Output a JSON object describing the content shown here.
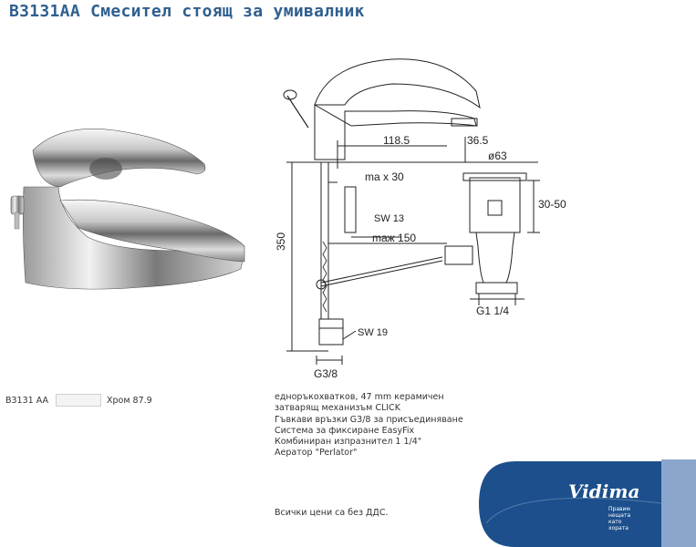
{
  "header": {
    "title": "B3131AA  Смесител стоящ за умивалник"
  },
  "product": {
    "code": "B3131 AA",
    "finish": "Хром",
    "price": "87.9"
  },
  "features": [
    "еднoръкохватков, 47 mm керамичен",
    "затварящ механизъм CLICK",
    "Гъвкави връзки G3/8 за присъединяване",
    "Система за фиксиране EasyFix",
    "Комбиниран изпразнител 1 1/4\"",
    "Аератор \"Perlator\""
  ],
  "note": "Всички цени са без ДДС.",
  "drawing": {
    "d_118": "118.5",
    "d_36": "36.5",
    "d_63": "ø63",
    "d_max30": "ma x 30",
    "d_3050": "30-50",
    "d_sw13": "SW 13",
    "d_max150": "maж 150",
    "d_350": "350",
    "d_g1": "G1  1/4",
    "d_sw19": "SW 19",
    "d_g38": "G3/8"
  },
  "brand": {
    "name": "Vidima",
    "tagline": [
      "Правим",
      "нещата",
      "като",
      "хората"
    ],
    "colors": {
      "blue": "#1c4f8c",
      "light": "#8aa6cc"
    }
  }
}
